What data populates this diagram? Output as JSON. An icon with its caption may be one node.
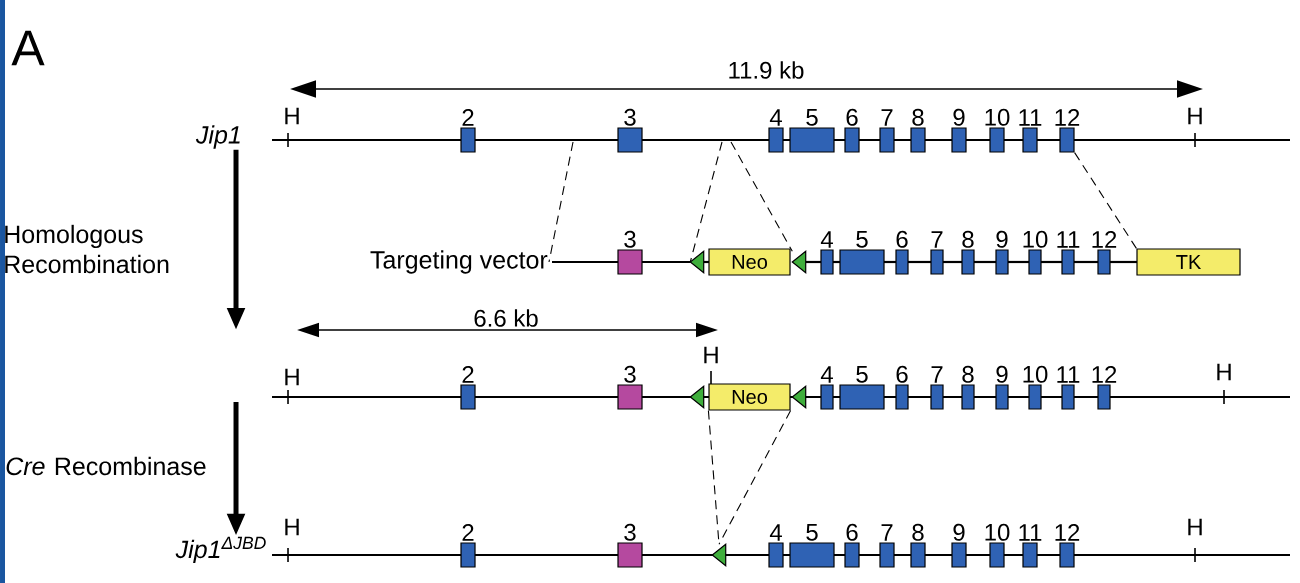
{
  "diagram": {
    "nodes": [
      {
        "text": [
          "Jip1"
        ]
      },
      {
        "text": [
          "2"
        ]
      },
      {
        "text": [
          "3"
        ]
      },
      {
        "text": [
          "4"
        ]
      },
      {
        "text": [
          "5"
        ]
      },
      {
        "text": [
          "6"
        ]
      },
      {
        "text": [
          "7"
        ]
      },
      {
        "text": [
          "8"
        ]
      },
      {
        "text": [
          "9"
        ]
      },
      {
        "text": [
          "10"
        ]
      },
      {
        "text": [
          "11"
        ]
      },
      {
        "text": [
          "12"
        ]
      },
      {
        "text": [
          "Targeting vector"
        ]
      },
      {
        "text": [
          "3"
        ]
      },
      {
        "text": [],
        "shape": "triangle"
      },
      {
        "text": [
          "Neo"
        ]
      },
      {
        "text": [],
        "shape": "triangle"
      },
      {
        "text": [
          "4"
        ]
      },
      {
        "text": [
          "5"
        ]
      },
      {
        "text": [
          "6"
        ]
      },
      {
        "text": [
          "7"
        ]
      },
      {
        "text": [
          "8"
        ]
      },
      {
        "text": [
          "9"
        ]
      },
      {
        "text": [
          "10"
        ]
      },
      {
        "text": [
          "11"
        ]
      },
      {
        "text": [
          "12"
        ]
      },
      {
        "text": [
          "TK"
        ]
      },
      {
        "text": [
          "2"
        ]
      },
      {
        "text": [
          "3"
        ]
      },
      {
        "text": [],
        "shape": "triangle"
      },
      {
        "text": [
          "Neo"
        ]
      },
      {
        "text": [],
        "shape": "triangle"
      },
      {
        "text": [
          "4"
        ]
      },
      {
        "text": [
          "5"
        ]
      },
      {
        "text": [
          "6"
        ]
      },
      {
        "text": [
          "7"
        ]
      },
      {
        "text": [
          "8"
        ]
      },
      {
        "text": [
          "9"
        ]
      },
      {
        "text": [
          "10"
        ]
      },
      {
        "text": [
          "11"
        ]
      },
      {
        "text": [
          "12"
        ]
      },
      {
        "text": [
          "Jip1$^{ΔJBD}$"
        ]
      },
      {
        "text": [
          "2"
        ]
      },
      {
        "text": [
          "3"
        ]
      },
      {
        "text": [],
        "shape": "triangle"
      },
      {
        "text": [
          "4"
        ]
      },
      {
        "text": [
          "5"
        ]
      },
      {
        "text": [
          "6"
        ]
      },
      {
        "text": [
          "7"
        ]
      },
      {
        "text": [
          "8"
        ]
      },
      {
        "text": [
          "9"
        ]
      },
      {
        "text": [
          "10"
        ]
      },
      {
        "text": [
          "11"
        ]
      },
      {
        "text": [
          "12"
        ]
      }
    ],
    "edges": [
      {
        "from": 0,
        "to": null,
        "arrow": "to",
        "label": "Homologous Recombination",
        "style": "thick"
      },
      {
        "from": null,
        "to": 41,
        "arrow": "to",
        "label": "*Cre* Recombinase",
        "style": "thick"
      },
      {
        "from": null,
        "to": 12,
        "arrow": "none",
        "style": "dashed"
      },
      {
        "from": null,
        "to": 14,
        "arrow": "none",
        "style": "dashed"
      },
      {
        "from": null,
        "to": 16,
        "arrow": "none",
        "style": "dashed"
      },
      {
        "from": 11,
        "to": 26,
        "arrow": "none",
        "style": "dashed"
      },
      {
        "from": 30,
        "to": 44,
        "arrow": "none",
        "style": "dashed"
      },
      {
        "from": 30,
        "to": 44,
        "arrow": "none",
        "style": "dashed"
      },
      {
        "from": 12,
        "to": 13,
        "arrow": "none"
      },
      {
        "from": 13,
        "to": 14,
        "arrow": "none"
      },
      {
        "from": 14,
        "to": 15,
        "arrow": "none"
      },
      {
        "from": 16,
        "to": 17,
        "arrow": "none"
      },
      {
        "from": 17,
        "to": 18,
        "arrow": "none"
      },
      {
        "from": 18,
        "to": 19,
        "arrow": "none"
      },
      {
        "from": 19,
        "to": 20,
        "arrow": "none"
      },
      {
        "from": 20,
        "to": 21,
        "arrow": "none"
      },
      {
        "from": 21,
        "to": 22,
        "arrow": "none"
      },
      {
        "from": 22,
        "to": 23,
        "arrow": "none"
      },
      {
        "from": 23,
        "to": 24,
        "arrow": "none"
      },
      {
        "from": 24,
        "to": 25,
        "arrow": "none"
      },
      {
        "from": 25,
        "to": 26,
        "arrow": "none"
      }
    ],
    "labels": [
      "A",
      "11.9 kb",
      "H",
      "H",
      "6.6 kb",
      "H",
      "H",
      "H",
      "H",
      "H"
    ]
  }
}
